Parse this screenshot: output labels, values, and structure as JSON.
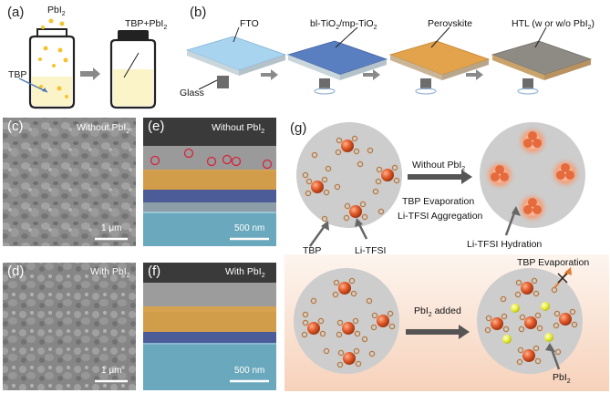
{
  "panels": {
    "a": {
      "label": "(a)",
      "pbi2_top": "PbI",
      "pbi2_sub": "2",
      "tbp": "TBP",
      "tbp_pbi2": "TBP+PbI",
      "tbp_pbi2_sub": "2"
    },
    "b": {
      "label": "(b)",
      "fto": "FTO",
      "bl_tio2": "bl-TiO",
      "bl_sub": "2",
      "mp": "/mp-TiO",
      "mp_sub": "2",
      "perovskite": "Perovskite",
      "htl": "HTL (w or w/o PbI",
      "htl_sub": "2",
      "htl_end": ")",
      "glass": "Glass"
    },
    "c": {
      "label": "(c)",
      "caption": "Without PbI",
      "caption_sub": "2",
      "scale": "1 μm"
    },
    "d": {
      "label": "(d)",
      "caption": "With PbI",
      "caption_sub": "2",
      "scale": "1 μm"
    },
    "e": {
      "label": "(e)",
      "caption": "Without PbI",
      "caption_sub": "2",
      "scale": "500 nm"
    },
    "f": {
      "label": "(f)",
      "caption": "With PbI",
      "caption_sub": "2",
      "scale": "500 nm"
    },
    "g": {
      "label": "(g)",
      "without": "Without PbI",
      "without_sub": "2",
      "tbp_evap": "TBP Evaporation",
      "litfsi_agg": "Li-TFSI Aggregation",
      "litfsi_hyd": "Li-TFSI Hydration",
      "tbp": "TBP",
      "litfsi": "Li-TFSI",
      "pbi2_added": "PbI",
      "pbi2_added_sub": "2",
      "pbi2_added_end": " added",
      "tbp_evap2": "TBP Evaporation",
      "pbi2": "PbI",
      "pbi2_sub": "2"
    }
  },
  "colors": {
    "solution": "#fbf4c8",
    "pbi2_particle": "#f3c430",
    "fto": "#a8d4ef",
    "tio2": "#5a7fc1",
    "perovskite": "#e3a24c",
    "htl": "#8e8a84",
    "litfsi": "#e25a2a",
    "tbp": "#b9783c",
    "pbi2_dot": "#e9ee3c",
    "bottom_bg": "#f7d7c2"
  }
}
